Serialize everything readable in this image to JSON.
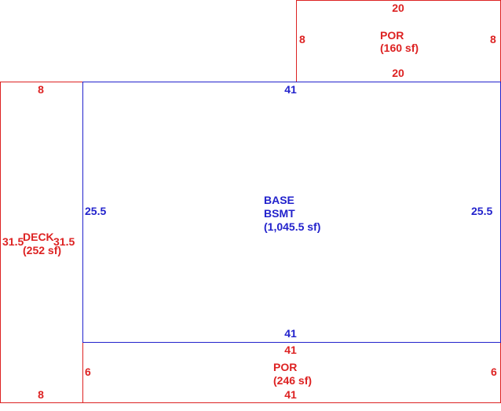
{
  "rooms": {
    "por_top": {
      "name": "POR",
      "area": "(160 sf)",
      "dims": {
        "top": "20",
        "bottom": "20",
        "left": "8",
        "right": "8"
      },
      "color": "#dd2222"
    },
    "deck": {
      "name": "DECK",
      "area": "(252 sf)",
      "dims": {
        "top": "8",
        "bottom": "8",
        "left": "31.5",
        "right": "31.5"
      },
      "color": "#dd2222"
    },
    "base": {
      "name": "BASE",
      "name2": "BSMT",
      "area": "(1,045.5 sf)",
      "dims": {
        "top": "41",
        "bottom": "41",
        "left": "25.5",
        "right": "25.5"
      },
      "color": "#2222cc"
    },
    "por_bottom": {
      "name": "POR",
      "area": "(246 sf)",
      "dims": {
        "top": "41",
        "bottom": "41",
        "left": "6",
        "right": "6"
      },
      "color": "#dd2222"
    }
  }
}
